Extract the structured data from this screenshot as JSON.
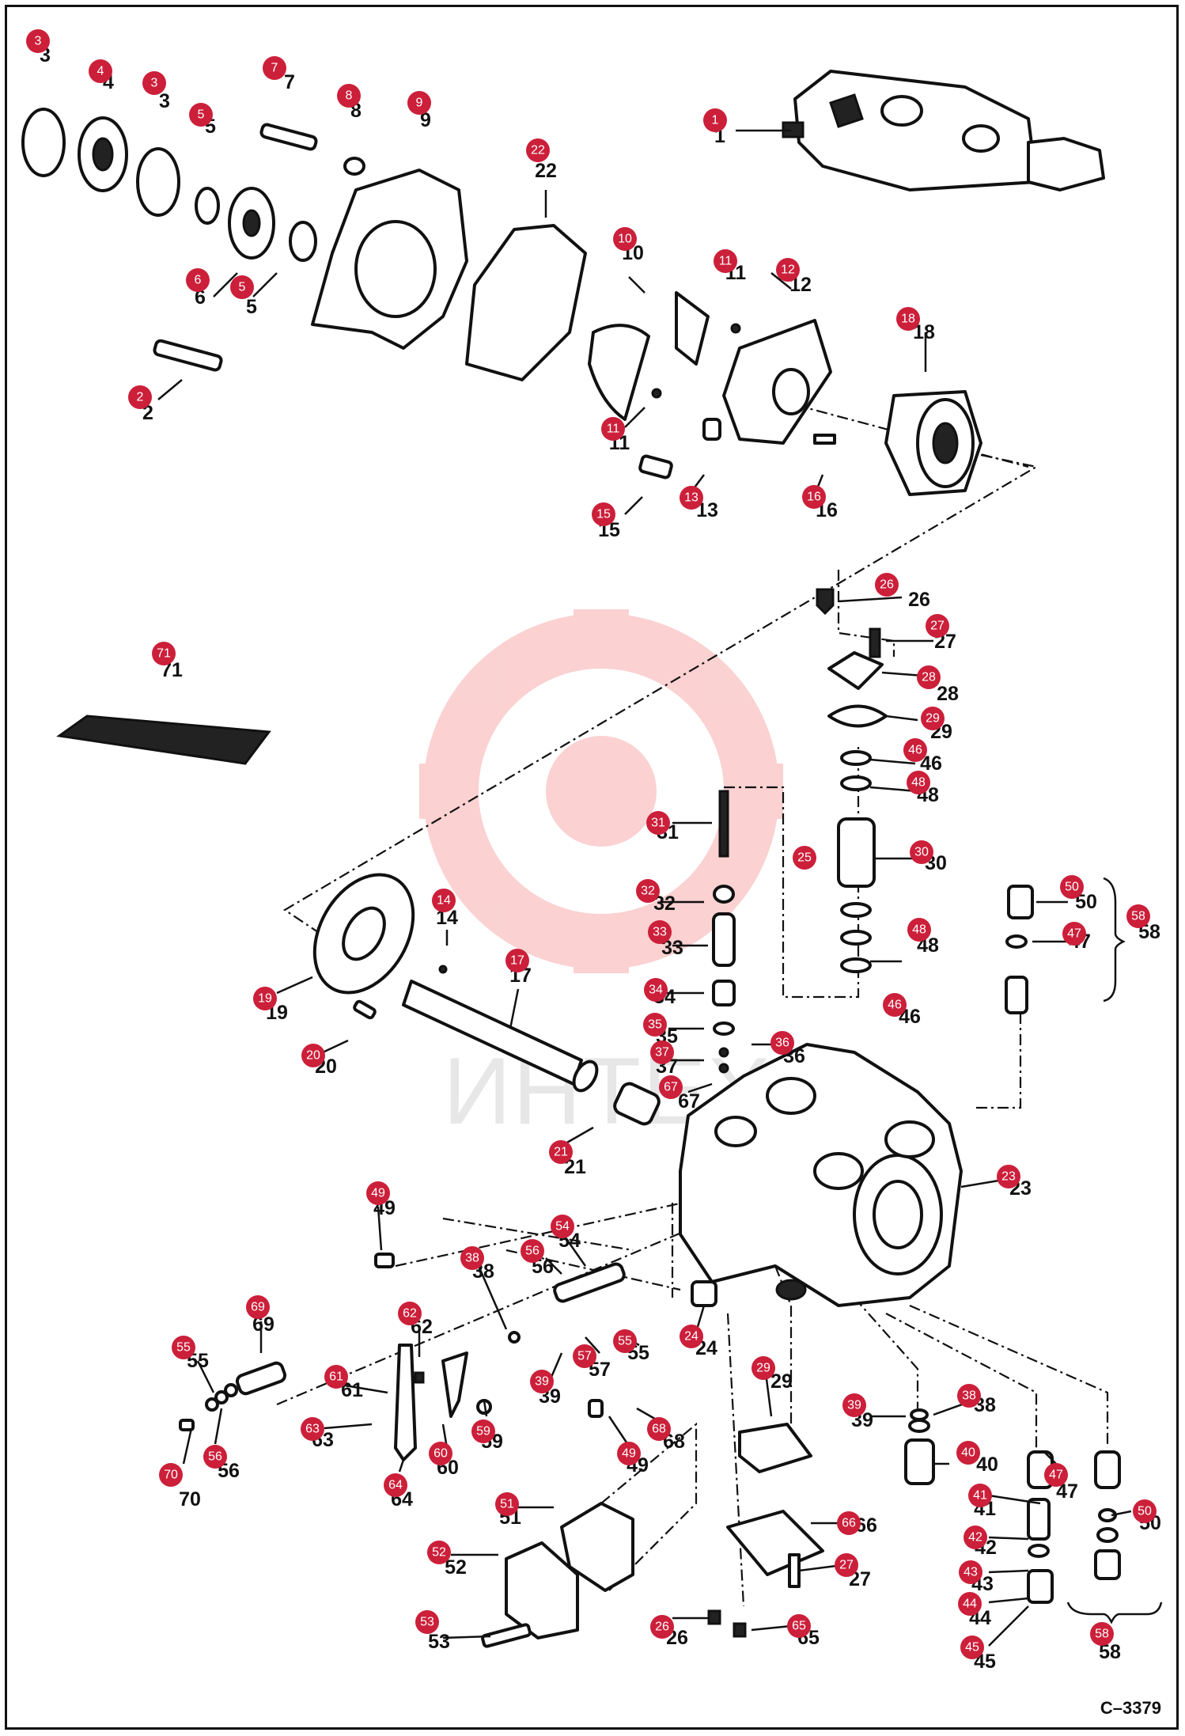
{
  "drawing_code": "C–3379",
  "watermark_text": "ИНТЕХ",
  "callouts": [
    {
      "n": "3"
    },
    {
      "n": "4"
    },
    {
      "n": "3"
    },
    {
      "n": "5"
    },
    {
      "n": "7"
    },
    {
      "n": "8"
    },
    {
      "n": "9"
    },
    {
      "n": "1"
    },
    {
      "n": "22"
    },
    {
      "n": "6"
    },
    {
      "n": "5"
    },
    {
      "n": "10"
    },
    {
      "n": "11"
    },
    {
      "n": "12"
    },
    {
      "n": "18"
    },
    {
      "n": "2"
    },
    {
      "n": "11"
    },
    {
      "n": "15"
    },
    {
      "n": "13"
    },
    {
      "n": "16"
    },
    {
      "n": "26"
    },
    {
      "n": "27"
    },
    {
      "n": "28"
    },
    {
      "n": "71"
    },
    {
      "n": "29"
    },
    {
      "n": "46"
    },
    {
      "n": "48"
    },
    {
      "n": "31"
    },
    {
      "n": "25"
    },
    {
      "n": "30"
    },
    {
      "n": "50"
    },
    {
      "n": "58"
    },
    {
      "n": "32"
    },
    {
      "n": "14"
    },
    {
      "n": "33"
    },
    {
      "n": "17"
    },
    {
      "n": "48"
    },
    {
      "n": "47"
    },
    {
      "n": "19"
    },
    {
      "n": "34"
    },
    {
      "n": "46"
    },
    {
      "n": "35"
    },
    {
      "n": "36"
    },
    {
      "n": "20"
    },
    {
      "n": "37"
    },
    {
      "n": "67"
    },
    {
      "n": "21"
    },
    {
      "n": "23"
    },
    {
      "n": "49"
    },
    {
      "n": "54"
    },
    {
      "n": "56"
    },
    {
      "n": "38"
    },
    {
      "n": "69"
    },
    {
      "n": "62"
    },
    {
      "n": "24"
    },
    {
      "n": "55"
    },
    {
      "n": "55"
    },
    {
      "n": "57"
    },
    {
      "n": "29"
    },
    {
      "n": "61"
    },
    {
      "n": "39"
    },
    {
      "n": "39"
    },
    {
      "n": "38"
    },
    {
      "n": "63"
    },
    {
      "n": "59"
    },
    {
      "n": "68"
    },
    {
      "n": "60"
    },
    {
      "n": "49"
    },
    {
      "n": "40"
    },
    {
      "n": "56"
    },
    {
      "n": "70"
    },
    {
      "n": "64"
    },
    {
      "n": "47"
    },
    {
      "n": "41"
    },
    {
      "n": "51"
    },
    {
      "n": "66"
    },
    {
      "n": "50"
    },
    {
      "n": "42"
    },
    {
      "n": "52"
    },
    {
      "n": "27"
    },
    {
      "n": "43"
    },
    {
      "n": "44"
    },
    {
      "n": "26"
    },
    {
      "n": "65"
    },
    {
      "n": "53"
    },
    {
      "n": "58"
    },
    {
      "n": "45"
    }
  ],
  "plain_labels": [
    {
      "n": "3"
    },
    {
      "n": "4"
    },
    {
      "n": "3"
    },
    {
      "n": "5"
    },
    {
      "n": "7"
    },
    {
      "n": "8"
    },
    {
      "n": "9"
    },
    {
      "n": "1"
    },
    {
      "n": "22"
    },
    {
      "n": "6"
    },
    {
      "n": "5"
    },
    {
      "n": "10"
    },
    {
      "n": "11"
    },
    {
      "n": "12"
    },
    {
      "n": "18"
    },
    {
      "n": "2"
    },
    {
      "n": "11"
    },
    {
      "n": "15"
    },
    {
      "n": "13"
    },
    {
      "n": "16"
    },
    {
      "n": "26"
    },
    {
      "n": "27"
    },
    {
      "n": "28"
    },
    {
      "n": "71"
    },
    {
      "n": "29"
    },
    {
      "n": "46"
    },
    {
      "n": "48"
    },
    {
      "n": "31"
    },
    {
      "n": "30"
    },
    {
      "n": "50"
    },
    {
      "n": "58"
    },
    {
      "n": "32"
    },
    {
      "n": "14"
    },
    {
      "n": "33"
    },
    {
      "n": "17"
    },
    {
      "n": "48"
    },
    {
      "n": "47"
    },
    {
      "n": "19"
    },
    {
      "n": "34"
    },
    {
      "n": "46"
    },
    {
      "n": "35"
    },
    {
      "n": "36"
    },
    {
      "n": "20"
    },
    {
      "n": "37"
    },
    {
      "n": "67"
    },
    {
      "n": "21"
    },
    {
      "n": "23"
    },
    {
      "n": "49"
    },
    {
      "n": "54"
    },
    {
      "n": "56"
    },
    {
      "n": "38"
    },
    {
      "n": "69"
    },
    {
      "n": "62"
    },
    {
      "n": "24"
    },
    {
      "n": "55"
    },
    {
      "n": "55"
    },
    {
      "n": "57"
    },
    {
      "n": "29"
    },
    {
      "n": "61"
    },
    {
      "n": "39"
    },
    {
      "n": "39"
    },
    {
      "n": "38"
    },
    {
      "n": "63"
    },
    {
      "n": "59"
    },
    {
      "n": "68"
    },
    {
      "n": "60"
    },
    {
      "n": "49"
    },
    {
      "n": "40"
    },
    {
      "n": "56"
    },
    {
      "n": "70"
    },
    {
      "n": "64"
    },
    {
      "n": "47"
    },
    {
      "n": "41"
    },
    {
      "n": "51"
    },
    {
      "n": "66"
    },
    {
      "n": "50"
    },
    {
      "n": "42"
    },
    {
      "n": "52"
    },
    {
      "n": "27"
    },
    {
      "n": "43"
    },
    {
      "n": "44"
    },
    {
      "n": "26"
    },
    {
      "n": "65"
    },
    {
      "n": "53"
    },
    {
      "n": "58"
    },
    {
      "n": "45"
    }
  ]
}
